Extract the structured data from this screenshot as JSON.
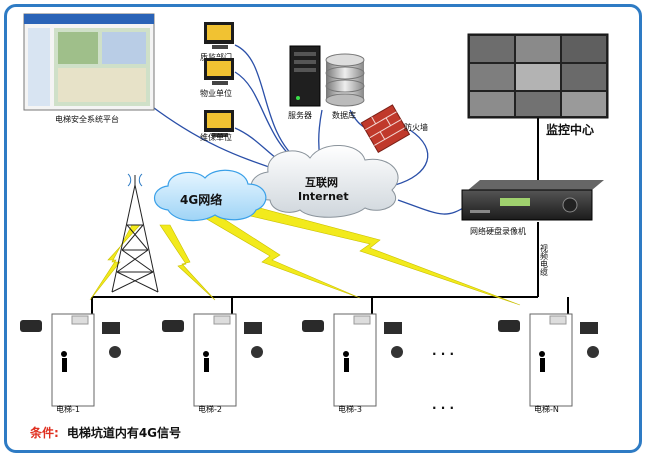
{
  "nodes": {
    "platform": "电梯安全系统平台",
    "quality_dept": "质监部门",
    "property_unit": "物业单位",
    "maintenance_unit": "维保单位",
    "server": "服务器",
    "database": "数据库",
    "firewall": "防火墙",
    "internet_cn": "互联网",
    "internet_en": "Internet",
    "network_4g": "4G网络",
    "monitoring_center": "监控中心",
    "nvr": "网络硬盘录像机",
    "video_cable": "视频电缆",
    "ellipsis": "· · ·"
  },
  "elevators": [
    "电梯-1",
    "电梯-2",
    "电梯-3",
    "电梯-N"
  ],
  "condition": {
    "label": "条件:",
    "text": "电梯坑道内有4G信号"
  },
  "colors": {
    "frame": "#2e7bc4",
    "link": "#2a4fa8",
    "bolt": "#f2ea1c",
    "cloud": "#3aa0e8",
    "condition_label": "#e03021"
  }
}
